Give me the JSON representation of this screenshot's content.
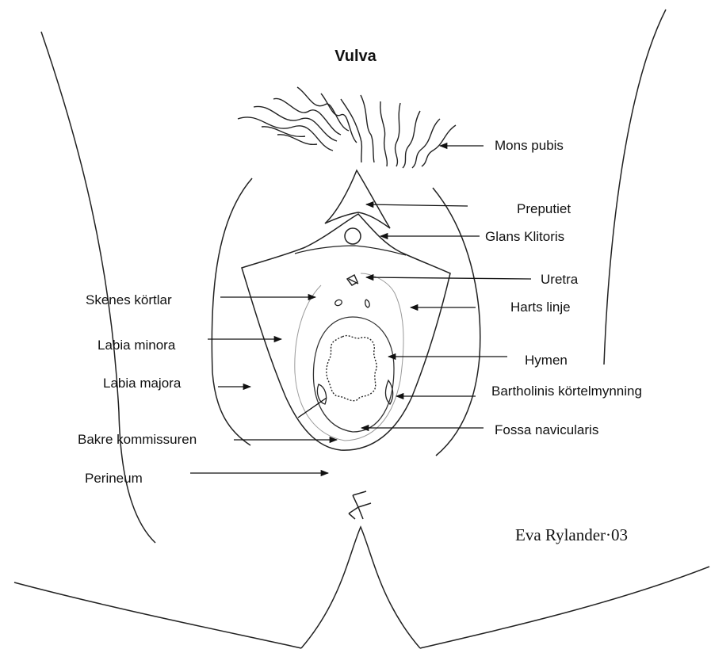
{
  "title": "Vulva",
  "credit": "Eva Rylander·03",
  "labels": {
    "mons_pubis": "Mons pubis",
    "preputiet": "Preputiet",
    "glans_klitoris": "Glans Klitoris",
    "uretra": "Uretra",
    "harts_linje": "Harts linje",
    "skenes_kortlar": "Skenes körtlar",
    "labia_minora": "Labia minora",
    "labia_majora": "Labia majora",
    "hymen": "Hymen",
    "bartholinis": "Bartholinis körtelmynning",
    "fossa_navicularis": "Fossa navicularis",
    "bakre_kommissuren": "Bakre kommissuren",
    "perineum": "Perineum"
  }
}
